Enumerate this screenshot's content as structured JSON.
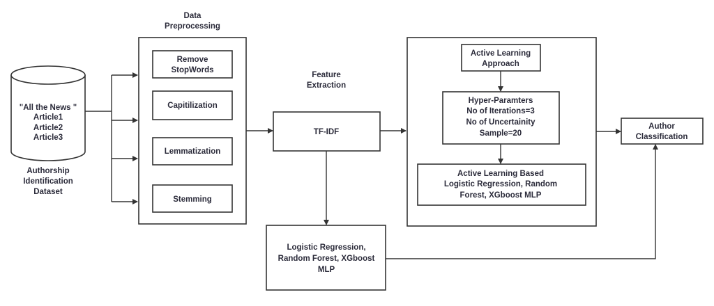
{
  "dataset": {
    "cylinder_lines": [
      "\"All the News \"",
      "Article1",
      "Article2",
      "Article3"
    ],
    "caption_lines": [
      "Authorship",
      "Identification",
      "Dataset"
    ]
  },
  "preprocessing": {
    "title_lines": [
      "Data",
      "Preprocessing"
    ],
    "steps": [
      {
        "lines": [
          "Remove",
          "StopWords"
        ]
      },
      {
        "lines": [
          "Capitilization"
        ]
      },
      {
        "lines": [
          "Lemmatization"
        ]
      },
      {
        "lines": [
          "Stemming"
        ]
      }
    ]
  },
  "feature_extraction": {
    "title_lines": [
      "Feature",
      "Extraction"
    ],
    "method": "TF-IDF"
  },
  "baseline_models": {
    "lines": [
      "Logistic Regression,",
      "Random Forest, XGboost",
      "MLP"
    ]
  },
  "active_learning": {
    "approach_lines": [
      "Active Learning",
      "Approach"
    ],
    "hyperparams_lines": [
      "Hyper-Paramters",
      "No of Iterations=3",
      "No of Uncertainity",
      "Sample=20"
    ],
    "models_lines": [
      "Active Learning Based",
      "Logistic Regression, Random",
      "Forest, XGboost MLP"
    ]
  },
  "output": {
    "lines": [
      "Author",
      "Classification"
    ]
  }
}
